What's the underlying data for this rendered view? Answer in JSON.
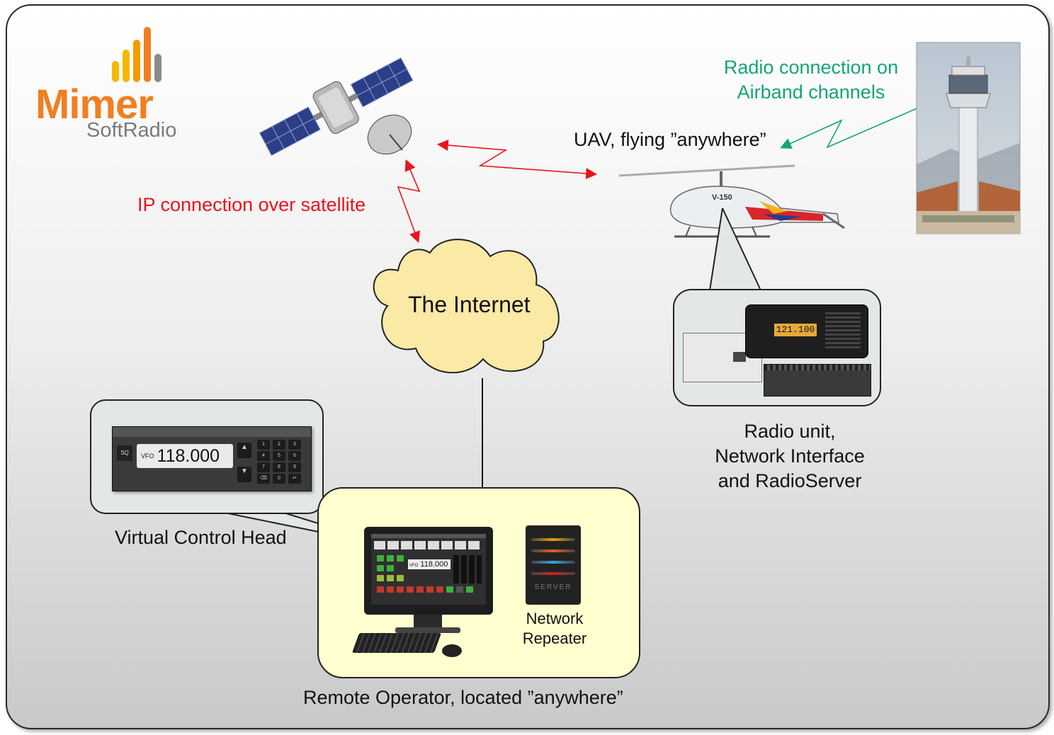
{
  "logo": {
    "word": "Mimer",
    "sub": "SoftRadio",
    "colors": {
      "orange": "#f07f22",
      "yellow": "#f5b800",
      "gray": "#8a8a8a"
    }
  },
  "labels": {
    "satellite_link": "IP connection over satellite",
    "airband": [
      "Radio connection on",
      "Airband channels"
    ],
    "uav": "UAV, flying ”anywhere”",
    "internet": "The Internet",
    "radio_unit": [
      "Radio unit,",
      "Network Interface",
      "and RadioServer"
    ],
    "virtual_control_head": "Virtual Control Head",
    "network_repeater": [
      "Network",
      "Repeater"
    ],
    "remote_operator": "Remote Operator, located ”anywhere”"
  },
  "control_head": {
    "vfo_label": "VFO",
    "frequency": "118.000",
    "sq_label": "SQ",
    "keypad": [
      "1",
      "2",
      "3",
      "4",
      "5",
      "6",
      "7",
      "8",
      "9",
      "⌫",
      "0",
      "↵"
    ]
  },
  "monitor": {
    "vfo_label": "VFO",
    "frequency": "118.000"
  },
  "radio_display": "121.100",
  "helicopter_marking": "V-150",
  "server_text": "SERVER",
  "colors": {
    "satellite_link": "#e8141d",
    "airband": "#16a37a",
    "cloud_fill": "#fbe9a6",
    "operator_fill": "#ffffcf",
    "callout_fill": "#e3e8e6"
  }
}
